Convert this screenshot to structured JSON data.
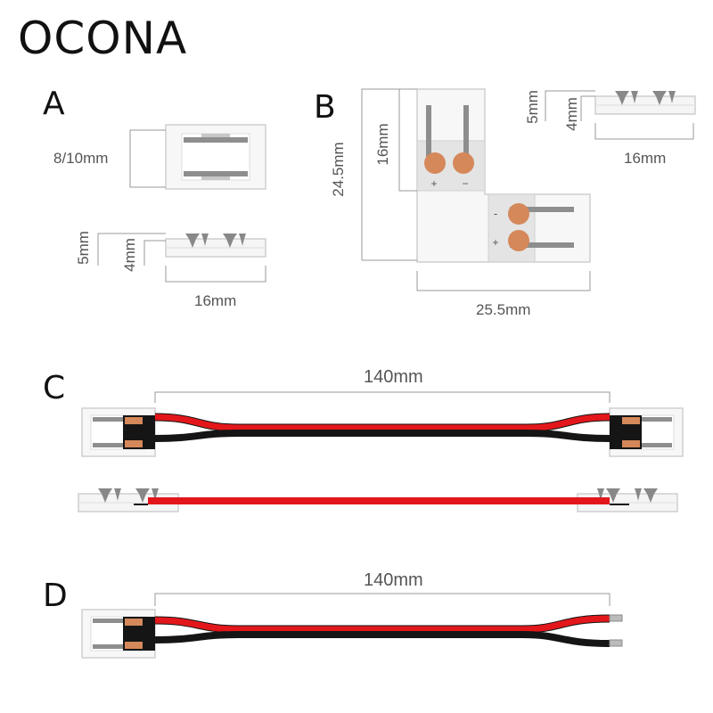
{
  "brand": {
    "name": "OCONA"
  },
  "sections": {
    "a": {
      "label": "A",
      "width_dim": "8/10mm",
      "height_outer_dim": "5mm",
      "height_inner_dim": "4mm",
      "length_dim": "16mm"
    },
    "b": {
      "label": "B",
      "height_dim": "24.5mm",
      "arm_dim": "16mm",
      "width_dim": "25.5mm",
      "side_outer_dim": "5mm",
      "side_inner_dim": "4mm",
      "side_length_dim": "16mm",
      "plus_sign": "+",
      "minus_sign": "−",
      "minus_sign_2": "-",
      "plus_sign_2": "+"
    },
    "c": {
      "label": "C",
      "length_dim": "140mm"
    },
    "d": {
      "label": "D",
      "length_dim": "140mm"
    }
  },
  "colors": {
    "wire_red": "#e3171b",
    "wire_black": "#151515",
    "copper": "#d5885a",
    "pcb": "#c87a4f",
    "clip_outline": "#cfcfcf",
    "clip_body": "#f5f5f5",
    "metal": "#8e8e8e",
    "dim_line": "#999999"
  }
}
